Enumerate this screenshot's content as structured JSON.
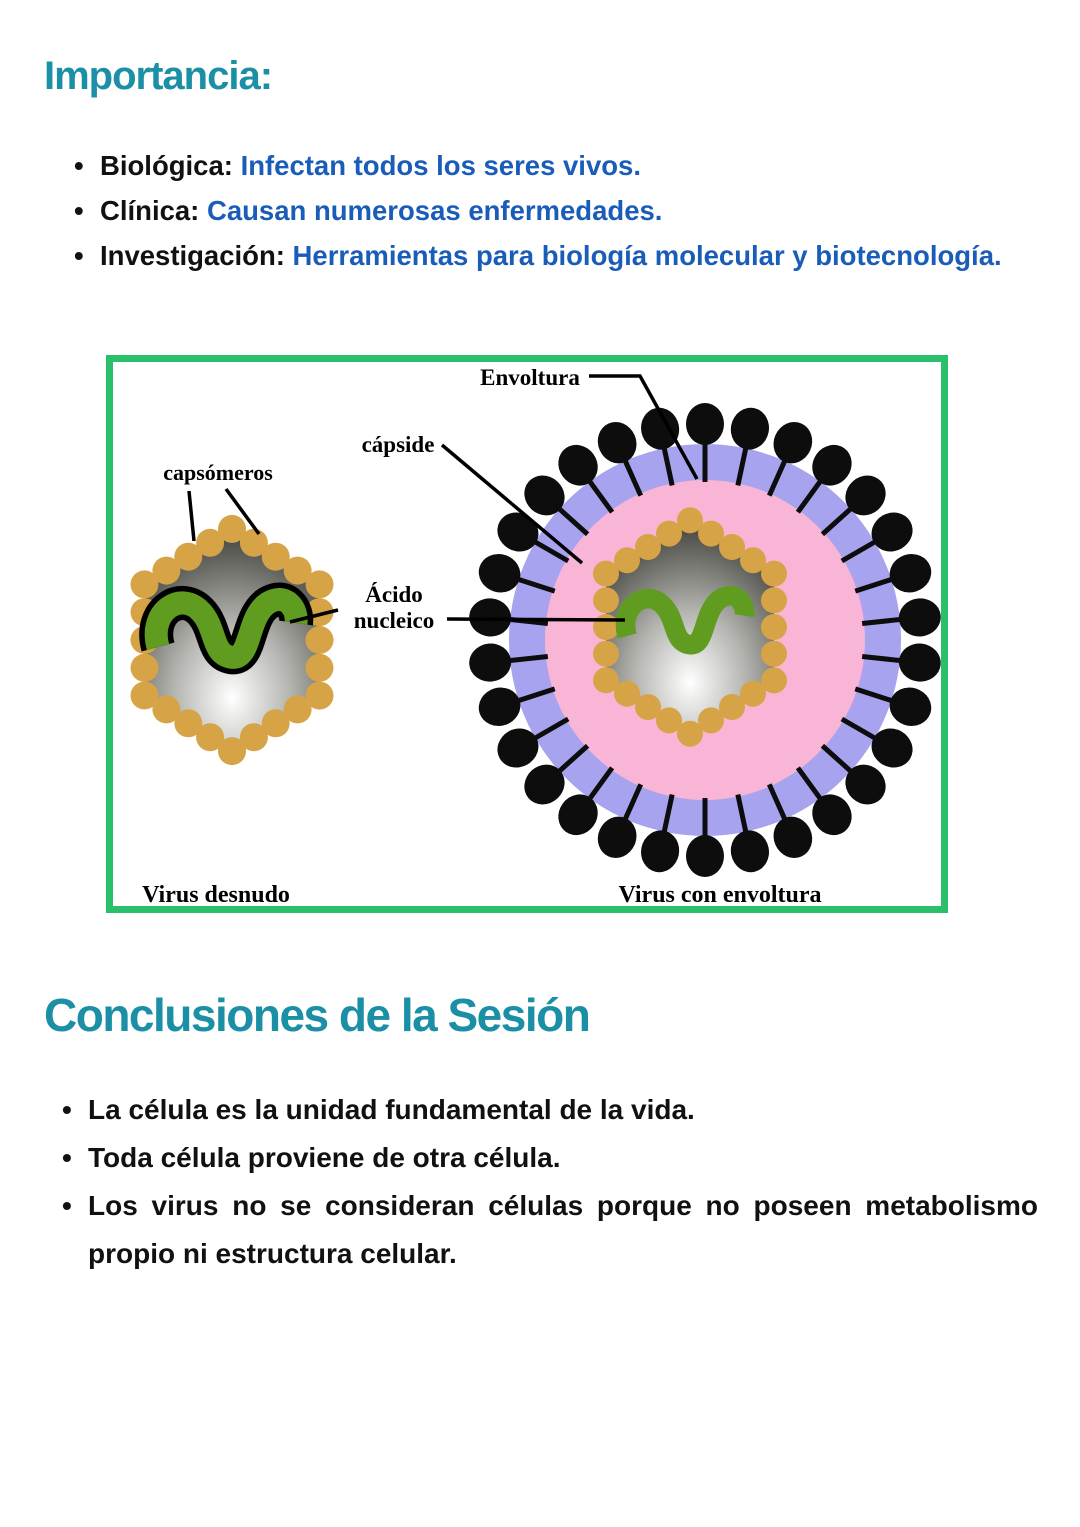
{
  "colors": {
    "teal": "#1b8fa6",
    "blue": "#1a5db8",
    "ink": "#111111",
    "page_bg": "#ffffff"
  },
  "importancia": {
    "heading": "Importancia:",
    "items": [
      {
        "label": "Biológica:",
        "text": "Infectan todos los seres vivos."
      },
      {
        "label": "Clínica:",
        "text": "Causan numerosas enfermedades."
      },
      {
        "label": "Investigación:",
        "text": "Herramientas para biología molecular y biotecnología."
      }
    ]
  },
  "diagram": {
    "labels": {
      "envoltura": "Envoltura",
      "capside": "cápside",
      "capsomeros": "capsómeros",
      "acido_1": "Ácido",
      "acido_2": "nucleico",
      "caption_left": "Virus desnudo",
      "caption_right": "Virus con envoltura"
    },
    "colors": {
      "border_green": "#2abf6b",
      "capsomere_gold": "#d6a346",
      "nucleic_green": "#5f9c20",
      "envelope_lavender": "#a8a3ee",
      "interior_pink": "#f9b5d6",
      "spike_black": "#0d0d0d",
      "label_ink": "#000000"
    }
  },
  "conclusiones": {
    "heading": "Conclusiones de la Sesión",
    "items": [
      {
        "text": "La célula es la unidad fundamental de la vida."
      },
      {
        "text": "Toda célula proviene de otra célula."
      },
      {
        "text": "Los virus no se consideran células porque no poseen metabolismo propio ni estructura celular."
      }
    ]
  }
}
